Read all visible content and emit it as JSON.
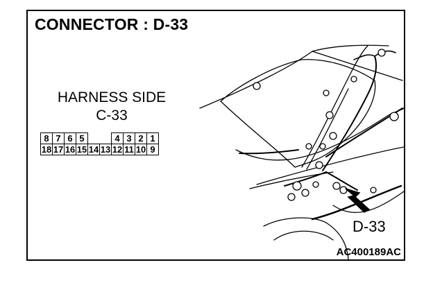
{
  "title": "CONNECTOR : D-33",
  "harness_label": "HARNESS SIDE",
  "connector_label": "C-33",
  "pins_top": [
    "8",
    "7",
    "6",
    "5",
    "",
    "",
    "4",
    "3",
    "2",
    "1"
  ],
  "pins_bottom": [
    "18",
    "17",
    "16",
    "15",
    "14",
    "13",
    "12",
    "11",
    "10",
    "9"
  ],
  "callout_label": "D-33",
  "figure_code": "AC400189AC"
}
